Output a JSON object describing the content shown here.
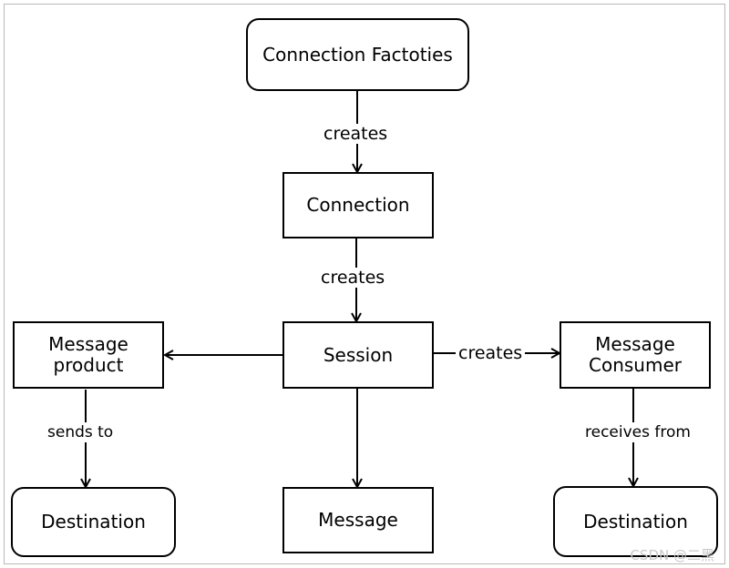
{
  "nodes": {
    "connection_factories": "Connection Factoties",
    "connection": "Connection",
    "session": "Session",
    "message_product": "Message\nproduct",
    "message_consumer": "Message\nConsumer",
    "destination_left": "Destination",
    "message": "Message",
    "destination_right": "Destination"
  },
  "edges": {
    "factories_to_connection": "creates",
    "connection_to_session": "creates",
    "session_to_consumer": "creates",
    "product_to_destination": "sends to",
    "consumer_from_destination": "receives from"
  },
  "watermark": "CSDN @二黑"
}
